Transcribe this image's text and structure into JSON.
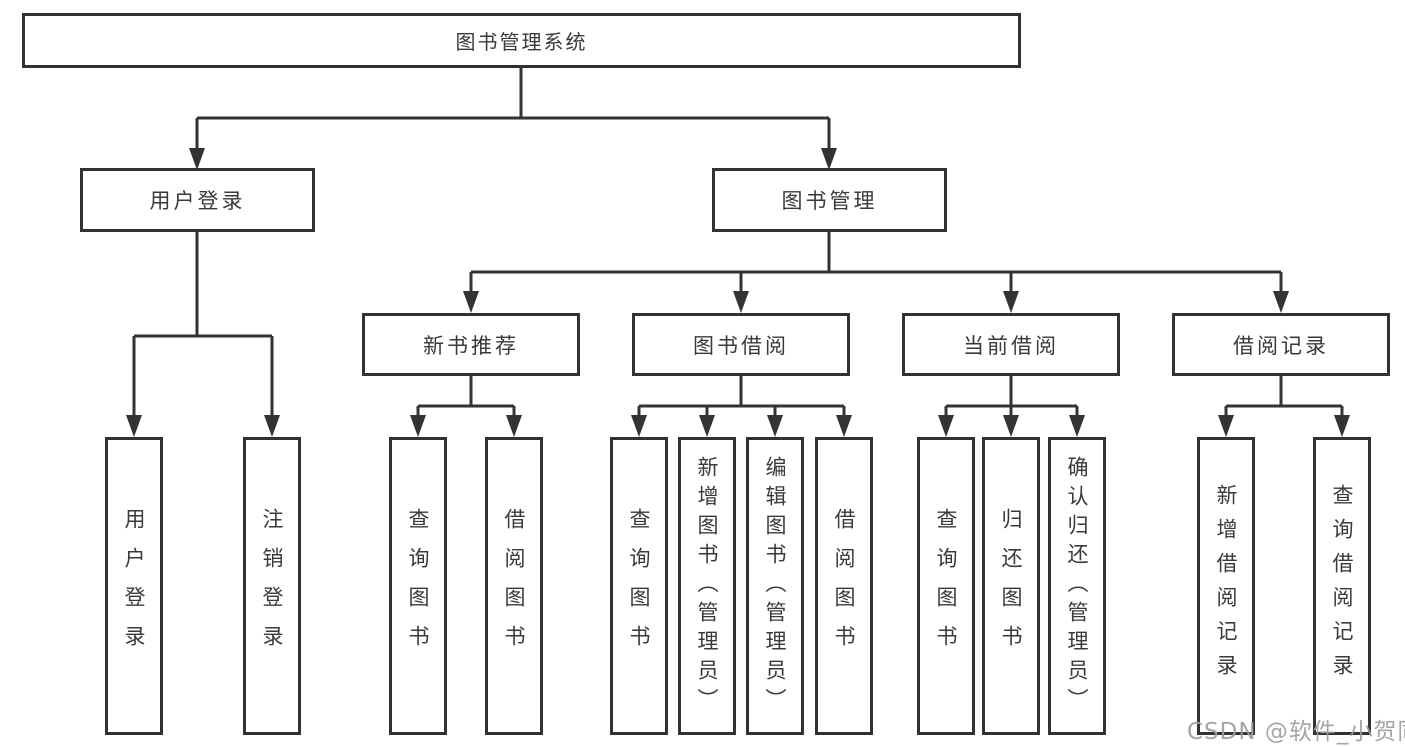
{
  "diagram": {
    "root": {
      "label": "图书管理系统"
    },
    "level2": [
      {
        "label": "用户登录"
      },
      {
        "label": "图书管理"
      }
    ],
    "level3": [
      {
        "label": "新书推荐"
      },
      {
        "label": "图书借阅"
      },
      {
        "label": "当前借阅"
      },
      {
        "label": "借阅记录"
      }
    ],
    "leaves": {
      "user_login": [
        "用户登录",
        "注销登录"
      ],
      "new_book_rec": [
        "查询图书",
        "借阅图书"
      ],
      "book_borrow": [
        "查询图书",
        "新增图书（管理员）",
        "编辑图书（管理员）",
        "借阅图书"
      ],
      "current_borrow": [
        "查询图书",
        "归还图书",
        "确认归还（管理员）"
      ],
      "borrow_records": [
        "新增借阅记录",
        "查询借阅记录"
      ]
    },
    "colors": {
      "line": "#333333",
      "text": "#3a3a3a",
      "watermark": "#9e9e9e"
    }
  },
  "watermark": {
    "text": "CSDN @软件_小贺同学"
  }
}
